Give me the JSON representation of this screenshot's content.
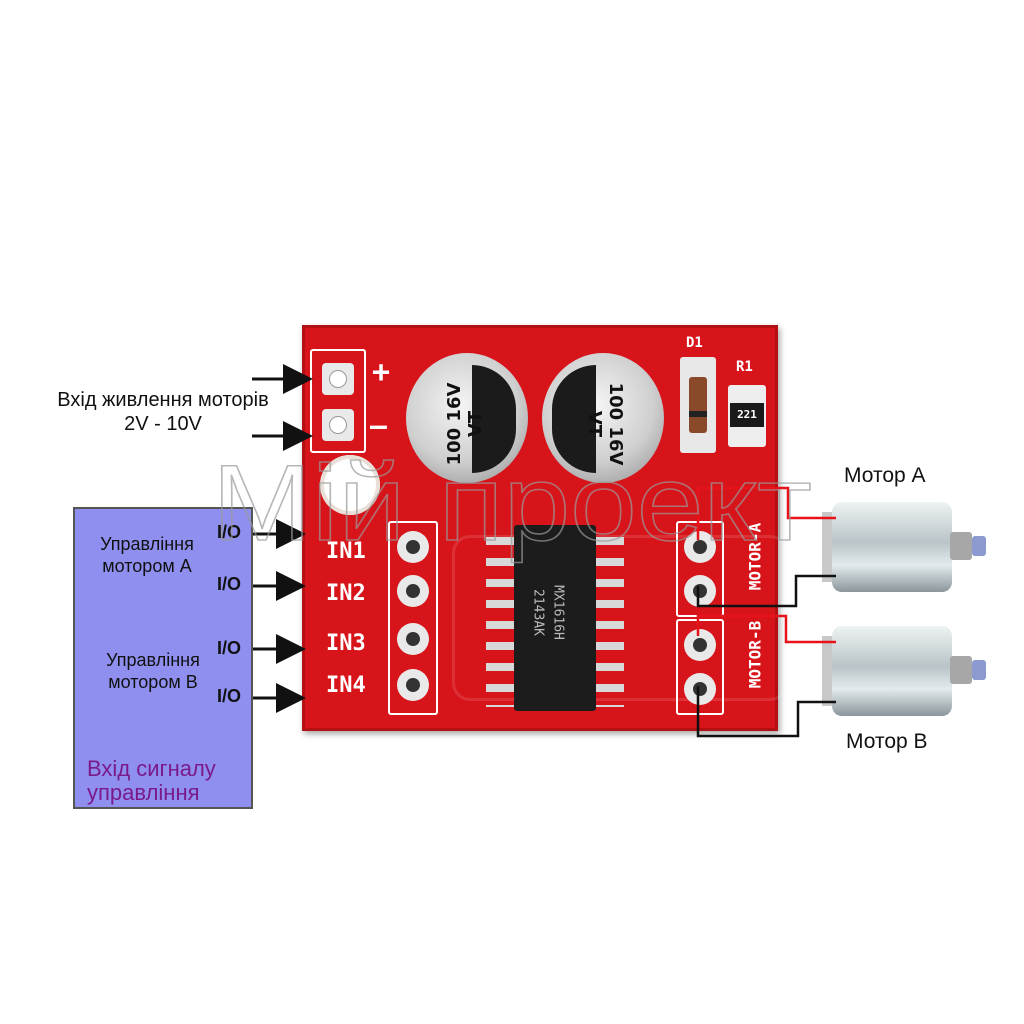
{
  "power": {
    "label_line1": "Вхід живлення моторів",
    "label_line2": "2V - 10V",
    "plus": "+",
    "minus": "—"
  },
  "signal_panel": {
    "motor_a_control": "Управління мотором A",
    "motor_b_control": "Управління мотором B",
    "title": "Вхід сигналу управління"
  },
  "io_labels": [
    "I/O",
    "I/O",
    "I/O",
    "I/O"
  ],
  "inputs": [
    "IN1",
    "IN2",
    "IN3",
    "IN4"
  ],
  "board": {
    "capacitor_text": "100 16V VT",
    "d1": "D1",
    "r1": "R1",
    "resistor_code": "221",
    "chip_line1": "MX1616H",
    "chip_line2": "2143AK",
    "motor_a_silk": "MOTOR-A",
    "motor_b_silk": "MOTOR-B"
  },
  "motors": {
    "a": "Мотор A",
    "b": "Мотор B"
  },
  "watermark": "Мій проект",
  "colors": {
    "board": "#d8141b",
    "panel": "#8f8ff0",
    "panel_title": "#7a1a8a",
    "wire_red": "#e8121a",
    "wire_black": "#111111"
  }
}
